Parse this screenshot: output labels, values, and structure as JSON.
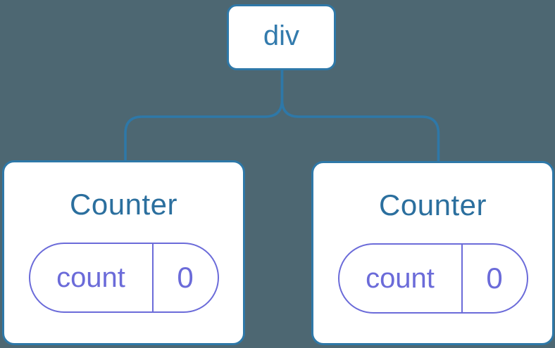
{
  "diagram": {
    "root": {
      "label": "div"
    },
    "children": [
      {
        "title": "Counter",
        "state": {
          "key": "count",
          "value": "0"
        }
      },
      {
        "title": "Counter",
        "state": {
          "key": "count",
          "value": "0"
        }
      }
    ]
  },
  "colors": {
    "background": "#4D6772",
    "line": "#2E78A8",
    "node_border": "#2E78A8",
    "node_text": "#337BAD",
    "heading_text": "#2B6F9E",
    "pill": "#6B6BD9",
    "pill_text": "#6B6BD9",
    "card_background": "#FFFFFF"
  }
}
